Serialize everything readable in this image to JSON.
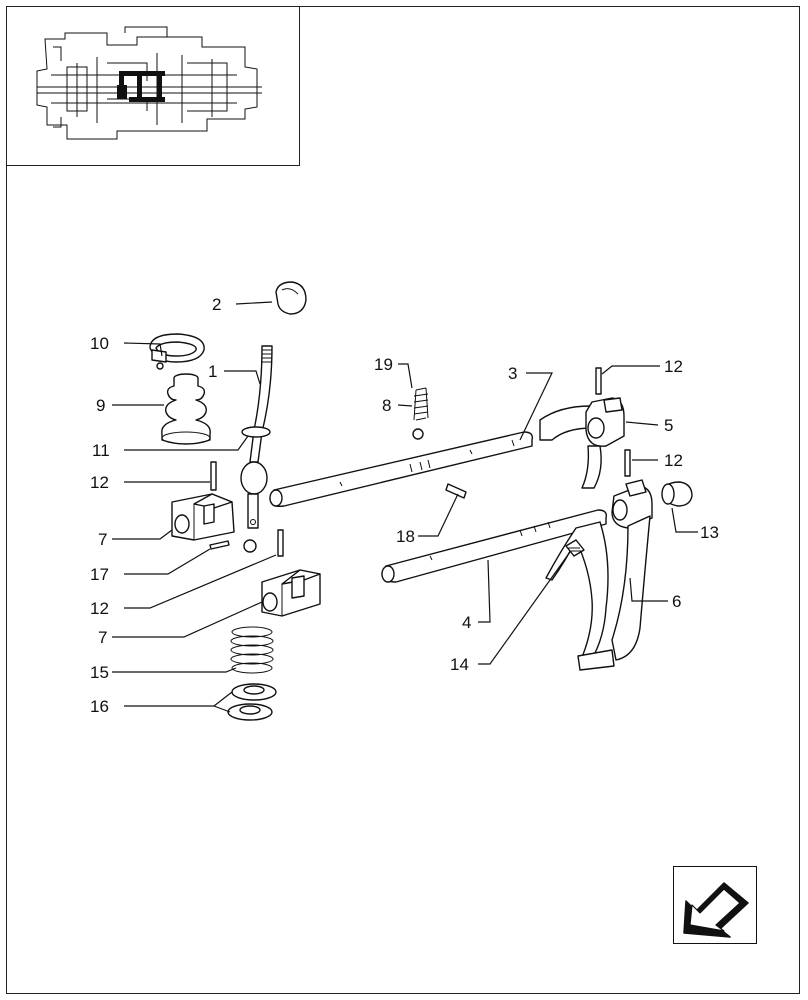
{
  "diagram": {
    "callouts": [
      {
        "id": "c2",
        "text": "2"
      },
      {
        "id": "c10",
        "text": "10"
      },
      {
        "id": "c1",
        "text": "1"
      },
      {
        "id": "c9",
        "text": "9"
      },
      {
        "id": "c11",
        "text": "11"
      },
      {
        "id": "c12a",
        "text": "12"
      },
      {
        "id": "c7a",
        "text": "7"
      },
      {
        "id": "c17",
        "text": "17"
      },
      {
        "id": "c12b",
        "text": "12"
      },
      {
        "id": "c7b",
        "text": "7"
      },
      {
        "id": "c15",
        "text": "15"
      },
      {
        "id": "c16",
        "text": "16"
      },
      {
        "id": "c19",
        "text": "19"
      },
      {
        "id": "c8",
        "text": "8"
      },
      {
        "id": "c3",
        "text": "3"
      },
      {
        "id": "c12c",
        "text": "12"
      },
      {
        "id": "c5",
        "text": "5"
      },
      {
        "id": "c12d",
        "text": "12"
      },
      {
        "id": "c18",
        "text": "18"
      },
      {
        "id": "c13",
        "text": "13"
      },
      {
        "id": "c6",
        "text": "6"
      },
      {
        "id": "c4",
        "text": "4"
      },
      {
        "id": "c14",
        "text": "14"
      }
    ]
  },
  "colors": {
    "line": "#111111",
    "fill": "#ffffff",
    "shade": "#dedede"
  },
  "icons": {
    "navigation": "previous-page-arrow-icon"
  }
}
